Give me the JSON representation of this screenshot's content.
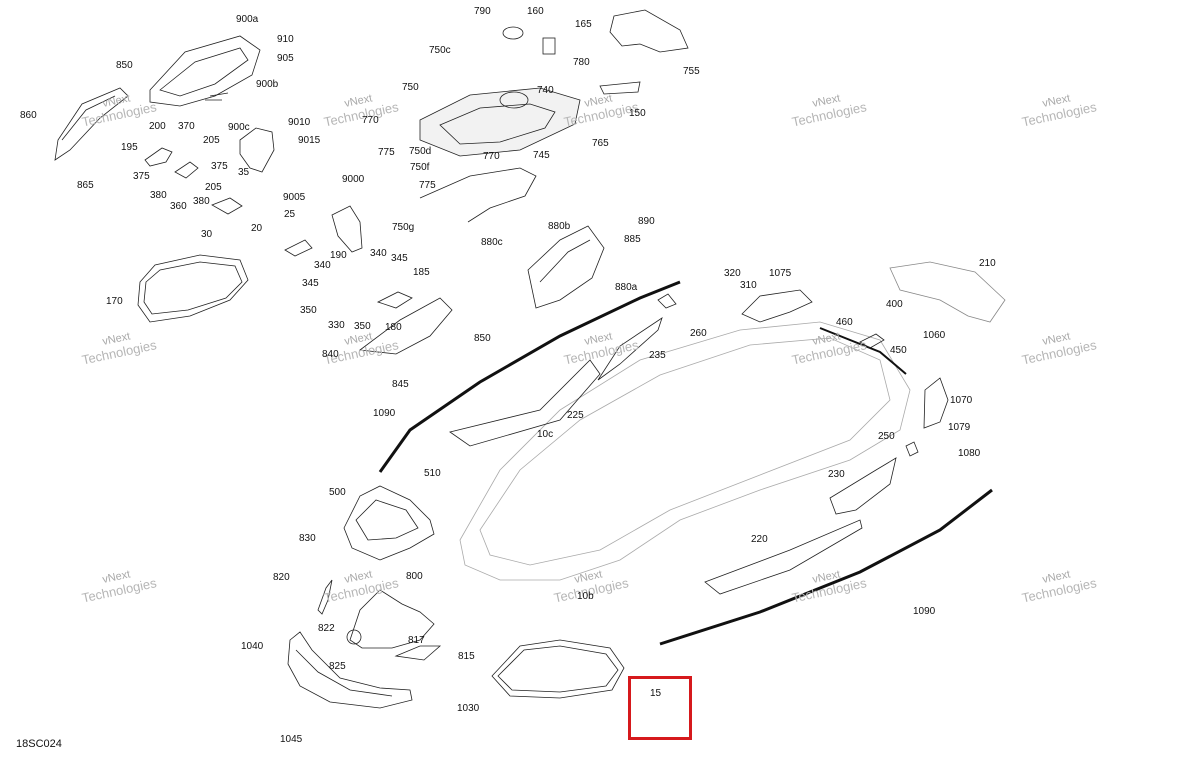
{
  "diagram": {
    "code": "18SC024",
    "watermark_line1": "vNext",
    "watermark_line2": "Technologies",
    "highlight_color": "#d6191c",
    "labels": {
      "l790": "790",
      "l160": "160",
      "l165": "165",
      "l755": "755",
      "l900a": "900a",
      "l910": "910",
      "l905": "905",
      "l850a": "850",
      "l900b": "900b",
      "l750c": "750c",
      "l780": "780",
      "l740": "740",
      "l750": "750",
      "l150": "150",
      "l860": "860",
      "l200": "200",
      "l370": "370",
      "l205a": "205",
      "l900c": "900c",
      "l9010": "9010",
      "l770a": "770",
      "l765": "765",
      "l9015": "9015",
      "l195": "195",
      "l775a": "775",
      "l750d": "750d",
      "l770b": "770",
      "l745": "745",
      "l375a": "375",
      "l375b": "375",
      "l865": "865",
      "l750f": "750f",
      "l35": "35",
      "l205b": "205",
      "l9000": "9000",
      "l775b": "775",
      "l380a": "380",
      "l380b": "380",
      "l360": "360",
      "l9005": "9005",
      "l890": "890",
      "l880b": "880b",
      "l30": "30",
      "l25": "25",
      "l885": "885",
      "l750g": "750g",
      "l20": "20",
      "l880c": "880c",
      "l340a": "340",
      "l190": "190",
      "l345a": "345",
      "l185": "185",
      "l210": "210",
      "l880a": "880a",
      "l340b": "340",
      "l345b": "345",
      "l320": "320",
      "l1075": "1075",
      "l310": "310",
      "l170": "170",
      "l350a": "350",
      "l330": "330",
      "l350b": "350",
      "l180": "180",
      "l850b": "850",
      "l260": "260",
      "l400": "400",
      "l460": "460",
      "l1060": "1060",
      "l840": "840",
      "l235": "235",
      "l450": "450",
      "l845": "845",
      "l1070": "1070",
      "l1090a": "1090",
      "l225": "225",
      "l1079": "1079",
      "l10c": "10c",
      "l250": "250",
      "l1080": "1080",
      "l510": "510",
      "l230": "230",
      "l500": "500",
      "l830": "830",
      "l220": "220",
      "l820": "820",
      "l800": "800",
      "l10b": "10b",
      "l1090b": "1090",
      "l822": "822",
      "l1040": "1040",
      "l817": "817",
      "l815": "815",
      "l825": "825",
      "l15": "15",
      "l1030": "1030",
      "l1045": "1045"
    }
  }
}
